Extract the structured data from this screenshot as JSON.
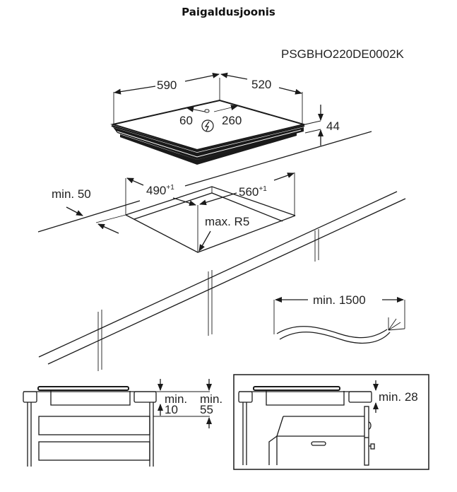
{
  "title": "Paigaldusjoonis",
  "model_code": "PSGBHO220DE0002K",
  "hob": {
    "width": "590",
    "depth": "520",
    "height": "44",
    "conn_offset_x": "60",
    "conn_offset_y": "260",
    "power_symbol": "lightning-in-circle"
  },
  "cutout": {
    "width": "490",
    "width_tol": "+1",
    "depth": "560",
    "depth_tol": "+1",
    "min_edge": "min. 50",
    "corner_radius": "max. R5"
  },
  "cable": {
    "min_length": "min. 1500"
  },
  "section_left": {
    "min_a_label": "min.",
    "min_a_value": "10",
    "min_b_label": "min.",
    "min_b_value": "55"
  },
  "section_right": {
    "min_label": "min. 28"
  }
}
